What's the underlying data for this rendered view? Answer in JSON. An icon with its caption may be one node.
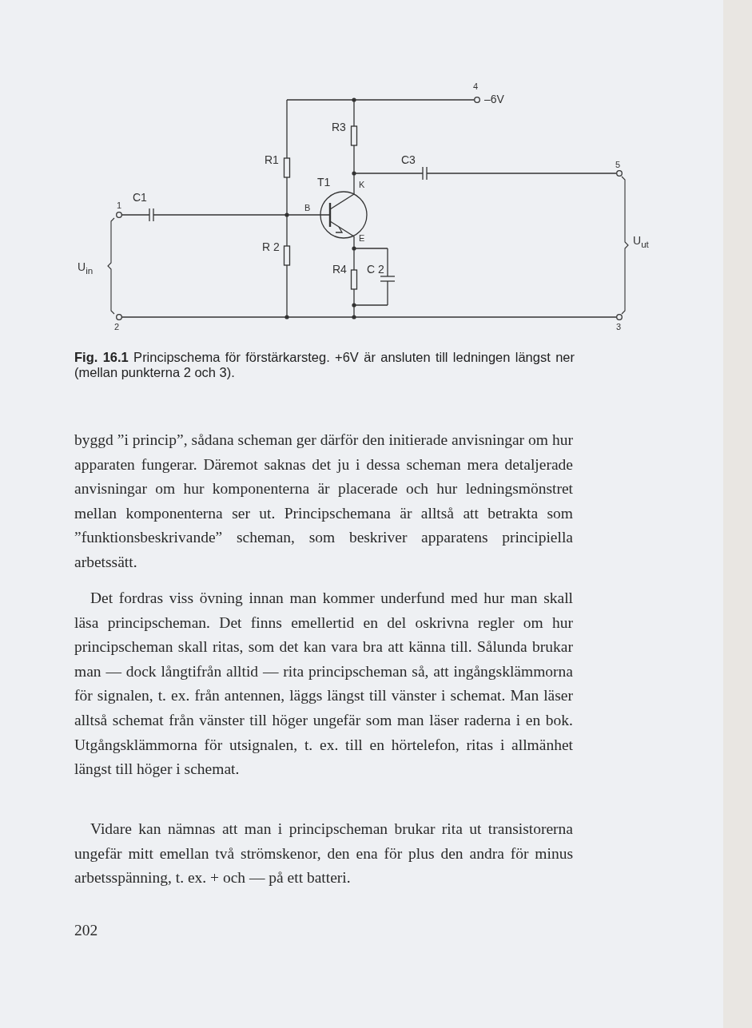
{
  "diagram": {
    "caption": "**Fig. 16.1** Principschema för förstärkarsteg. +6V är ansluten till ledningen längst ner (mellan punkterna 2 och 3).",
    "labels": [
      "4",
      "–6V",
      "R3",
      "R1",
      "C3",
      "5",
      "T1",
      "K",
      "C1",
      "1",
      "B",
      "U$_{in}$",
      "U$_{ut}$",
      "R 2",
      "E",
      "R4",
      "C 2",
      "2",
      "3",
      "byggd ”i princip”, sådana scheman ger därför den initierade anvisningar om hur apparaten fungerar. Däremot saknas det ju i dessa scheman mera detaljerade anvisningar om hur komponenterna är placerade och hur ledningsmönstret mellan komponenterna ser ut. Principschemana är alltså att betrakta som ”funktionsbeskrivande” scheman, som beskriver apparatens principiella arbetssätt.",
      "Det fordras viss övning innan man kommer underfund med hur man skall läsa principscheman. Det finns emellertid en del oskrivna regler om hur principscheman skall ritas, som det kan vara bra att känna till. Sålunda brukar man — dock långtifrån alltid — rita principscheman så, att ingångsklämmorna för signalen, t. ex. från antennen, läggs längst till vänster i schemat. Man läser alltså schemat från vänster till höger ungefär som man läser raderna i en bok. Utgångsklämmorna för utsignalen, t. ex. till en hörtelefon, ritas i allmänhet längst till höger i schemat.",
      "Vidare kan nämnas att man i principscheman brukar rita ut transistorerna ungefär mitt emellan två strömskenor, den ena för plus den andra för minus arbetsspänning, t. ex. + och — på ett batteri.",
      "202"
    ]
  }
}
